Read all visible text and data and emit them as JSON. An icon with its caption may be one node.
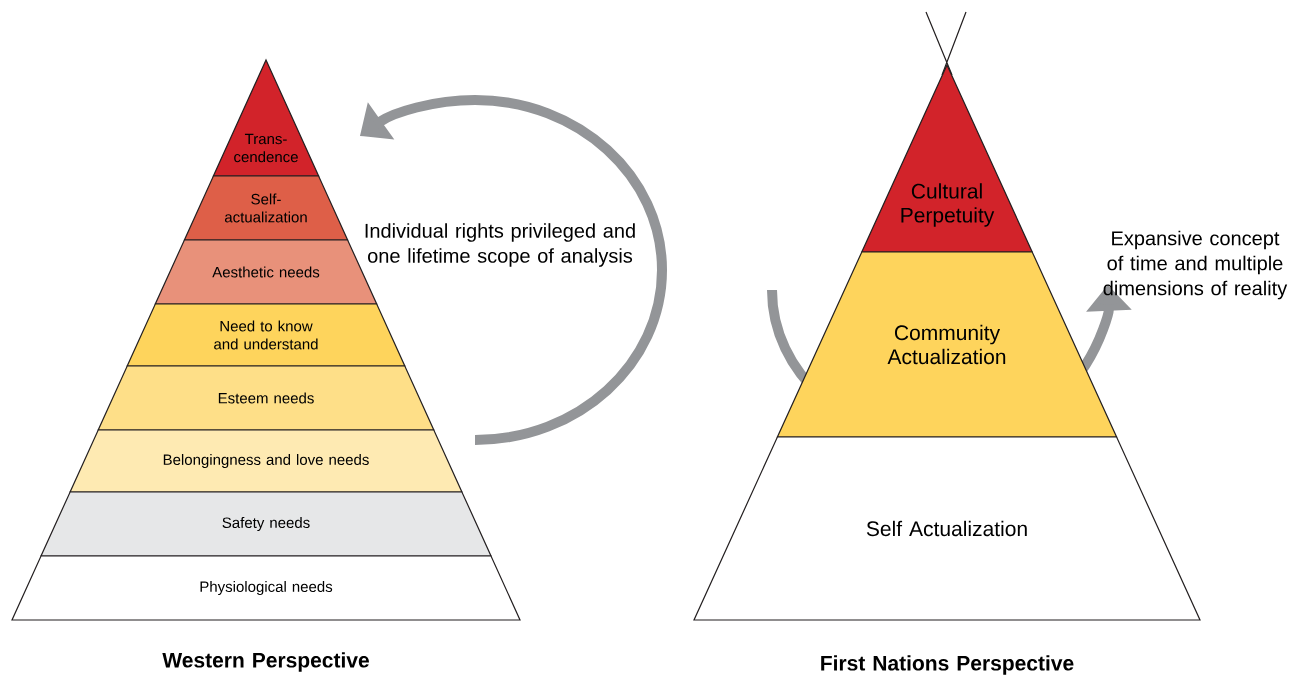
{
  "diagram": {
    "nodes": [
      {
        "text": [
          "Trans- cendence"
        ]
      },
      {
        "text": [
          "Self- actualization"
        ]
      },
      {
        "text": [
          "Aesthetic needs"
        ]
      },
      {
        "text": [
          "Need to know and understand"
        ]
      },
      {
        "text": [
          "Esteem needs"
        ]
      },
      {
        "text": [
          "Belongingness and love needs"
        ]
      },
      {
        "text": [
          "Safety needs"
        ]
      },
      {
        "text": [
          "Physiological needs"
        ]
      },
      {
        "text": [
          "Cultural Perpetuity"
        ]
      },
      {
        "text": [
          "Community Actualization"
        ]
      },
      {
        "text": [
          "Self Actualization"
        ]
      }
    ],
    "labels": [
      "Individual rights privileged and one lifetime scope of analysis",
      "Expansive concept of time and multiple dimensions of reality",
      "Western Perspective",
      "First Nations Perspective"
    ]
  }
}
